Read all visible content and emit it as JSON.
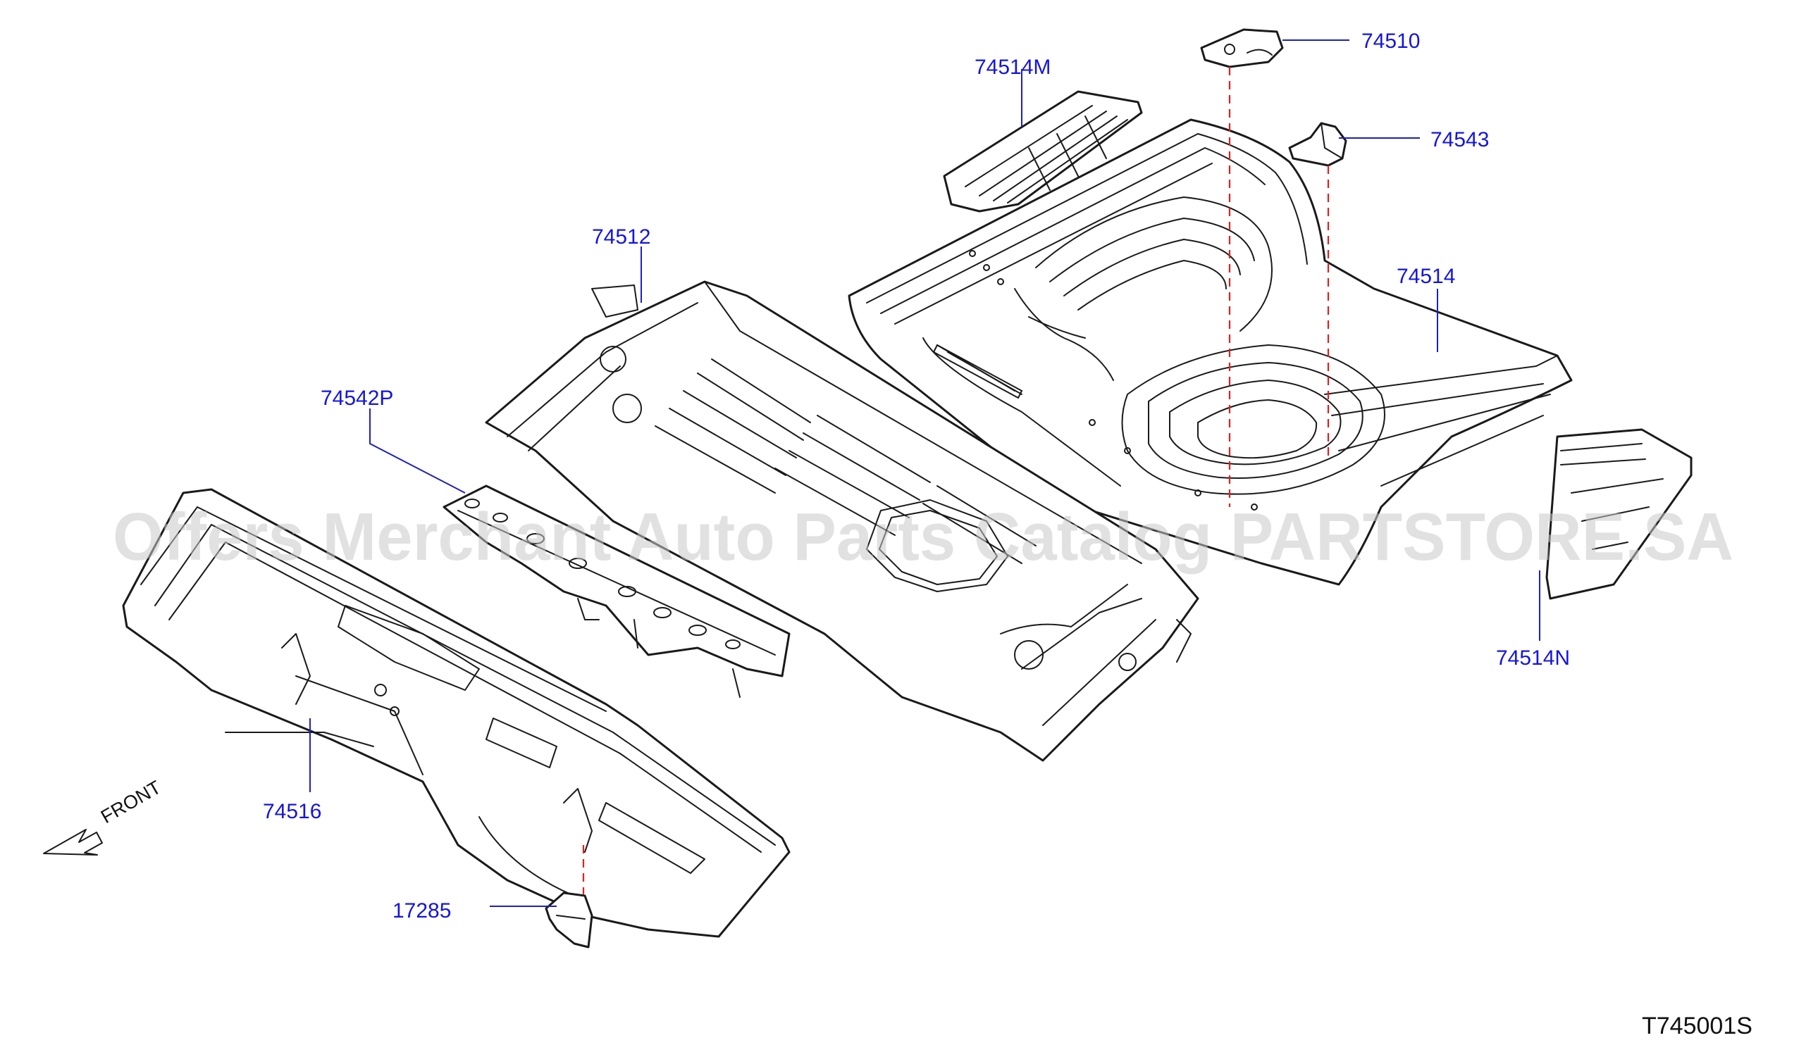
{
  "diagram": {
    "code": "T745001S",
    "direction_label": "FRONT",
    "watermark": "Offers Merchant Auto Parts Catalog PARTSTORE.SA",
    "parts": [
      {
        "id": "74510",
        "label": "74510"
      },
      {
        "id": "74514M",
        "label": "74514M"
      },
      {
        "id": "74543",
        "label": "74543"
      },
      {
        "id": "74512",
        "label": "74512"
      },
      {
        "id": "74514",
        "label": "74514"
      },
      {
        "id": "74542P",
        "label": "74542P"
      },
      {
        "id": "74514N",
        "label": "74514N"
      },
      {
        "id": "74516",
        "label": "74516"
      },
      {
        "id": "17285",
        "label": "17285"
      }
    ],
    "colors": {
      "label": "#1414e0",
      "leader": "#1f1fbf",
      "linework": "#1a1a1a",
      "reference_dash": "#e02020",
      "watermark": "#c8c8c8"
    }
  }
}
